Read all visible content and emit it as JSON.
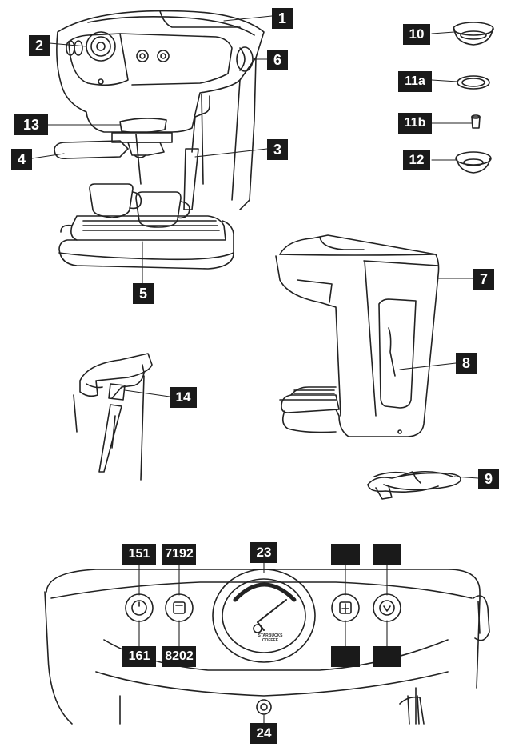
{
  "callouts": {
    "c1": "1",
    "c2": "2",
    "c3": "3",
    "c4": "4",
    "c5": "5",
    "c6": "6",
    "c7": "7",
    "c8": "8",
    "c9": "9",
    "c10": "10",
    "c11a": "11a",
    "c11b": "11b",
    "c12": "12",
    "c13": "13",
    "c14": "14",
    "c15_17": "151",
    "c17_19": "7192",
    "c16_18": "161",
    "c18_20": "8202",
    "c23": "23",
    "c24": "24",
    "c21": "",
    "c22": "",
    "c25": "",
    "c26": ""
  },
  "gauge_brand": {
    "line1": "STARBUCKS",
    "line2": "COFFEE"
  },
  "colors": {
    "label_bg": "#1a1a1a",
    "label_text": "#ffffff",
    "line": "#222222"
  }
}
